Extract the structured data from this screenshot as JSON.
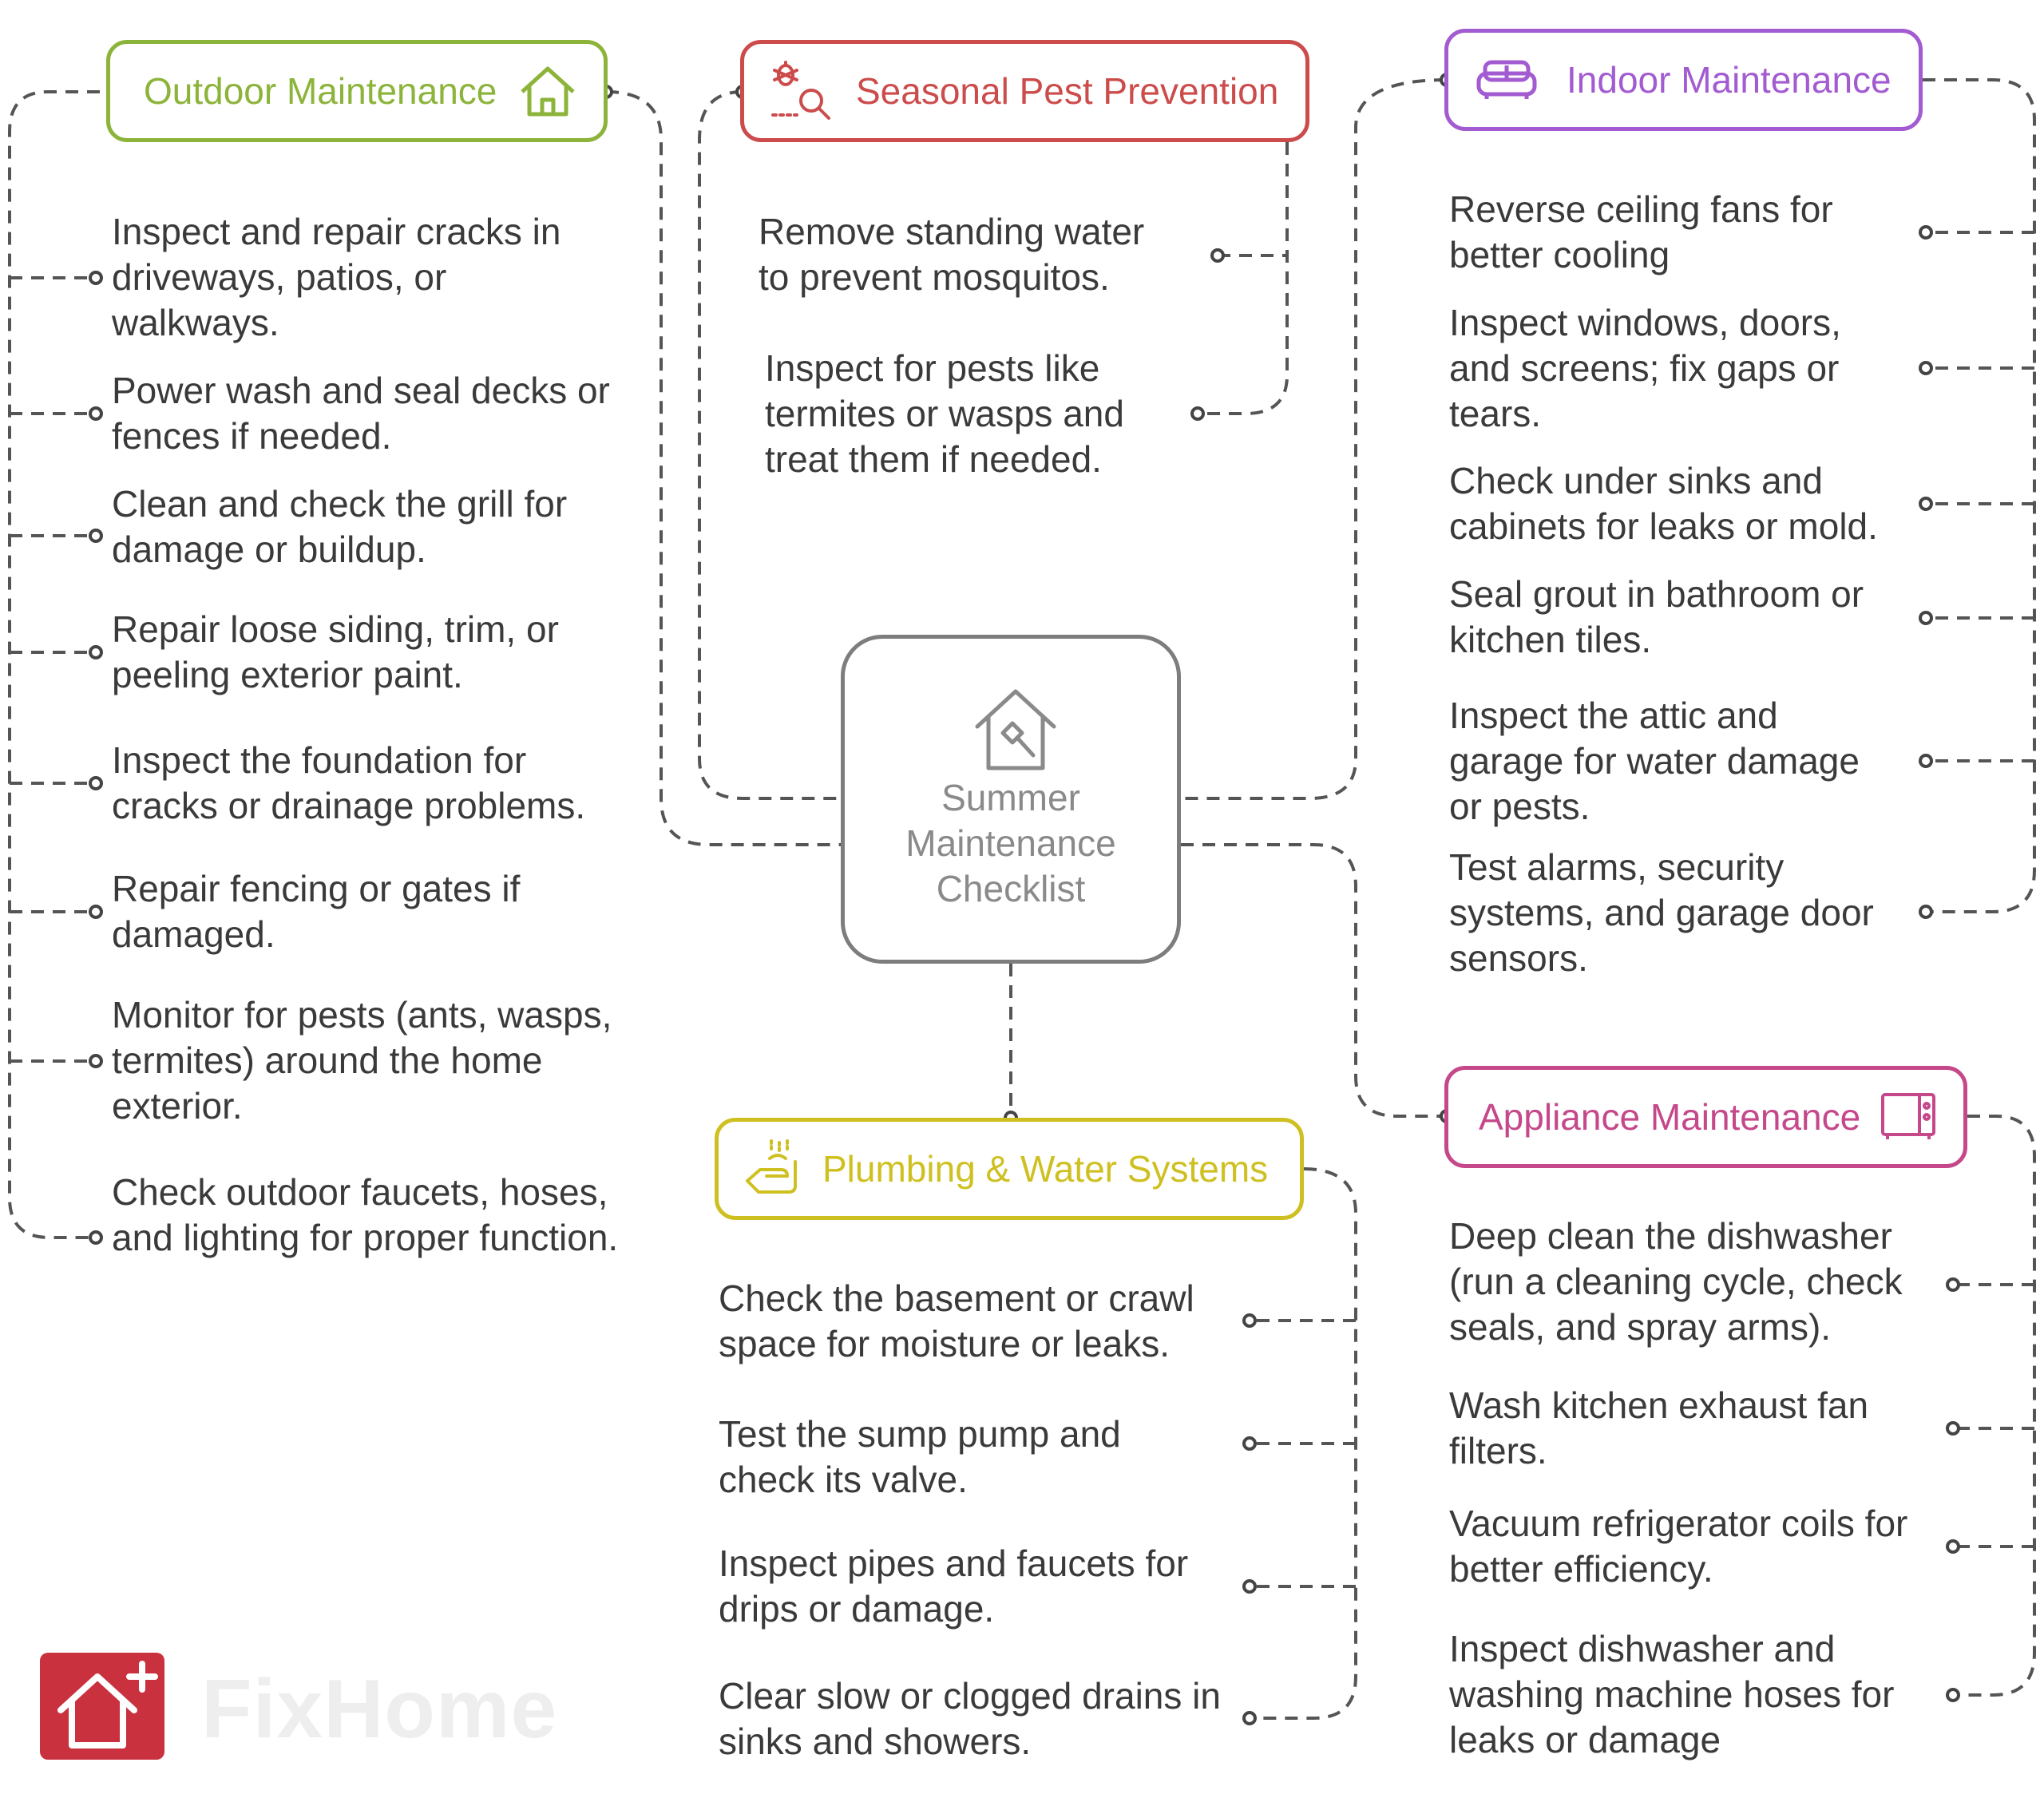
{
  "center": {
    "title": "Summer Maintenance Checklist",
    "icon": "house-hammer-icon"
  },
  "categories": {
    "outdoor": {
      "label": "Outdoor Maintenance",
      "icon": "house-icon",
      "color": "#8cb43a",
      "items": [
        "Inspect and repair cracks in driveways, patios, or walkways.",
        "Power wash and seal decks or fences if needed.",
        "Clean and check the grill for damage or buildup.",
        "Repair loose siding, trim, or peeling exterior paint.",
        "Inspect the foundation for cracks or drainage problems.",
        "Repair fencing or gates if damaged.",
        "Monitor for pests (ants, wasps, termites) around the home exterior.",
        "Check outdoor faucets, hoses, and lighting for proper function."
      ]
    },
    "pest": {
      "label": "Seasonal Pest Prevention",
      "icon": "bug-search-icon",
      "color": "#cc4c4c",
      "items": [
        "Remove standing water to prevent mosquitos.",
        "Inspect for pests like termites or wasps and treat them if needed."
      ]
    },
    "indoor": {
      "label": "Indoor Maintenance",
      "icon": "sofa-icon",
      "color": "#a25bd0",
      "items": [
        "Reverse ceiling fans for better cooling",
        "Inspect windows, doors, and screens; fix gaps or tears.",
        "Check under sinks and cabinets for leaks or mold.",
        "Seal grout in bathroom or kitchen tiles.",
        "Inspect the attic and garage for water damage or pests.",
        "Test alarms, security systems, and garage door sensors."
      ]
    },
    "plumbing": {
      "label": "Plumbing & Water Systems",
      "icon": "hand-water-icon",
      "color": "#cfc021",
      "items": [
        "Check the basement or crawl space for moisture or leaks.",
        "Test the sump pump and check its valve.",
        "Inspect pipes and faucets for drips or damage.",
        "Clear slow or clogged drains in sinks and showers."
      ]
    },
    "appliance": {
      "label": "Appliance Maintenance",
      "icon": "appliance-icon",
      "color": "#c5488a",
      "items": [
        "Deep clean the dishwasher (run a cleaning cycle, check seals, and spray arms).",
        "Wash kitchen exhaust fan filters.",
        "Vacuum refrigerator coils for better efficiency.",
        "Inspect dishwasher and washing machine hoses for leaks or damage"
      ]
    }
  },
  "branding": {
    "name": "FixHome",
    "icon": "house-plus-icon",
    "color": "#c9313f"
  }
}
